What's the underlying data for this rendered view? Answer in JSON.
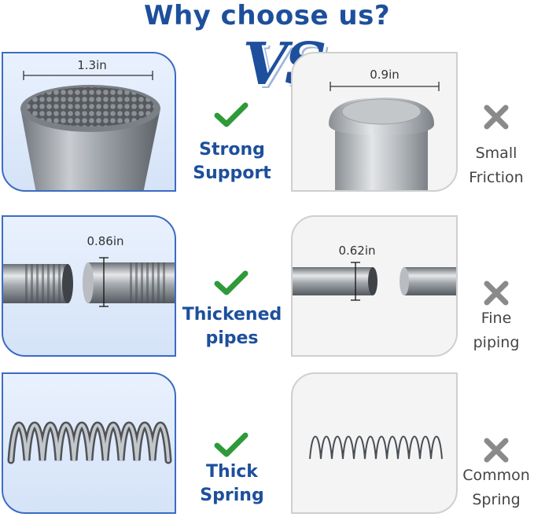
{
  "header": {
    "title": "Why choose us?",
    "vs": "VS"
  },
  "rows": [
    {
      "good": {
        "dimension": "1.3in",
        "label_line1": "Strong",
        "label_line2": "Support"
      },
      "bad": {
        "dimension": "0.9in",
        "label_line1": "Small",
        "label_line2": "Friction"
      }
    },
    {
      "good": {
        "dimension": "0.86in",
        "label_line1": "Thickened",
        "label_line2": "pipes"
      },
      "bad": {
        "dimension": "0.62in",
        "label_line1": "Fine",
        "label_line2": "piping"
      }
    },
    {
      "good": {
        "label_line1": "Thick",
        "label_line2": "Spring"
      },
      "bad": {
        "label_line1": "Common",
        "label_line2": "Spring"
      }
    }
  ],
  "colors": {
    "brand_blue": "#1d4f9c",
    "check_green": "#2e9a3a",
    "cross_gray": "#8a8a8a"
  },
  "icons": {
    "good": "check-icon",
    "bad": "cross-icon"
  }
}
